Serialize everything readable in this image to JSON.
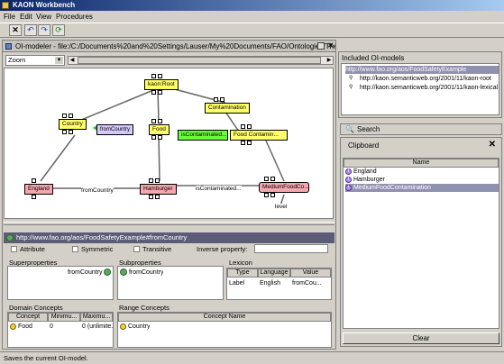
{
  "window": {
    "title": "KAON Workbench",
    "status": "Saves the current OI-model."
  },
  "menu": [
    "File",
    "Edit",
    "View",
    "Procedures"
  ],
  "toolbar": {
    "buttons": [
      "close-icon",
      "undo-icon",
      "redo-icon",
      "refresh-icon"
    ]
  },
  "modeler": {
    "title": "OI-modeler - file:/C:/Documents%20and%20Settings/Lauser/My%20Documents/FAO/Ontologies/ThesauriToOntologies/FoodSafetyExample.kaon",
    "zoom_label": "Zoom"
  },
  "graph": {
    "nodes": [
      "kaon:Root",
      "Country",
      "fromCountry",
      "Food",
      "Contamination",
      "isContaminated...",
      "Food Contamin...",
      "England",
      "Hamburger",
      "MediumFoodCo...",
      "level"
    ],
    "edge_labels": [
      "fromCountry",
      "isContaminated..."
    ]
  },
  "property": {
    "uri": "http://www.fao.org/aos/FoodSafetyExample#fromCountry",
    "attribute": "Attribute",
    "symmetric": "Symmetric",
    "transitive": "Transitive",
    "inverse_label": "Inverse property:",
    "inverse_value": ""
  },
  "superproperties": {
    "title": "Superproperties",
    "items": [
      "fromCountry"
    ]
  },
  "subproperties": {
    "title": "Subproperties",
    "items": [
      "fromCountry"
    ]
  },
  "lexicon": {
    "title": "Lexicon",
    "columns": [
      "Type",
      "Language",
      "Value"
    ],
    "rows": [
      [
        "Label",
        "English",
        "fromCou..."
      ]
    ]
  },
  "domain": {
    "title": "Domain Concepts",
    "columns": [
      "Concept",
      "Minimu...",
      "Maximu..."
    ],
    "rows": [
      [
        "Food",
        "0",
        "0 (unlimite..."
      ]
    ]
  },
  "range": {
    "title": "Range Concepts",
    "columns": [
      "Concept Name"
    ],
    "rows": [
      [
        "Country"
      ]
    ]
  },
  "included": {
    "title": "Included OI-models",
    "items": [
      "http://www.fao.org/aos/FoodSafetyExample",
      "http://kaon.semanticweb.org/2001/11/kaon-root",
      "http://kaon.semanticweb.org/2001/11/kaon-lexical"
    ]
  },
  "search": {
    "label": "Search"
  },
  "clipboard": {
    "title": "Clipboard",
    "column": "Name",
    "items": [
      "England",
      "Hamburger",
      "MediumFoodContamination"
    ],
    "clear_label": "Clear"
  }
}
